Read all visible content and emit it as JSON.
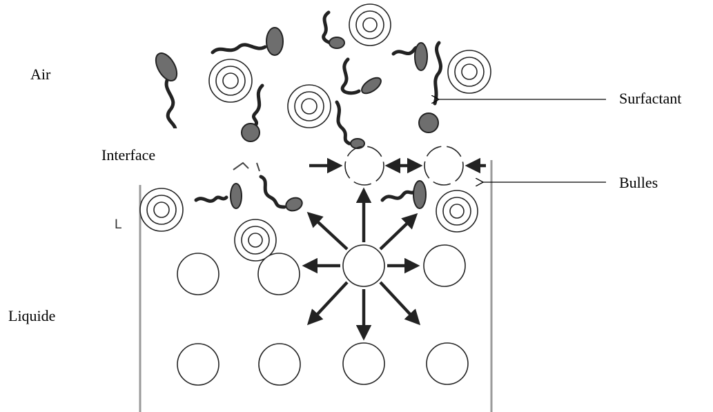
{
  "labels": {
    "air": "Air",
    "interface": "Interface",
    "liquid": "Liquide",
    "surfactant": "Surfactant",
    "bubbles": "Bulles",
    "fragment": "L"
  },
  "colors": {
    "ink": "#222222",
    "surfactant_head": "#6e6e6e",
    "wall": "#9a9a9a"
  },
  "icons": {
    "surfactant_molecule": "surfactant-icon",
    "coated_bubble": "coated-bubble-icon",
    "bubble": "bubble-icon"
  }
}
